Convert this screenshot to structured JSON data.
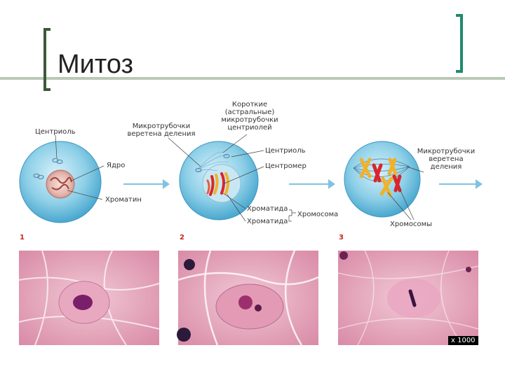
{
  "title": "Митоз",
  "stage1": {
    "centriole": "Центриоль",
    "nucleus": "Ядро",
    "chromatin": "Хроматин"
  },
  "stage2": {
    "spindle_microtubules": [
      "Микротрубочки",
      "веретена деления"
    ],
    "astral_microtubules": [
      "Короткие",
      "(астральные)",
      "микротрубочки",
      "центриолей"
    ],
    "centriole": "Центриоль",
    "centromere": "Центромер",
    "chromatid_1": "Хроматида",
    "chromatid_2": "Хроматида",
    "chromosome": "Хромосома"
  },
  "stage3": {
    "spindle_microtubules": [
      "Микротрубочки",
      "веретена",
      "деления"
    ],
    "chromosomes": "Хромосомы"
  },
  "panels": [
    "1",
    "2",
    "3"
  ],
  "magnification": "x 1000",
  "colors": {
    "cell": "#8fd0e8",
    "arrow": "#7fc3e0",
    "chromosome_red": "#d9262c",
    "chromosome_yellow": "#f1b12a",
    "tissue": "#e7aabf",
    "nucleus_stain": "#7a1f6a"
  }
}
